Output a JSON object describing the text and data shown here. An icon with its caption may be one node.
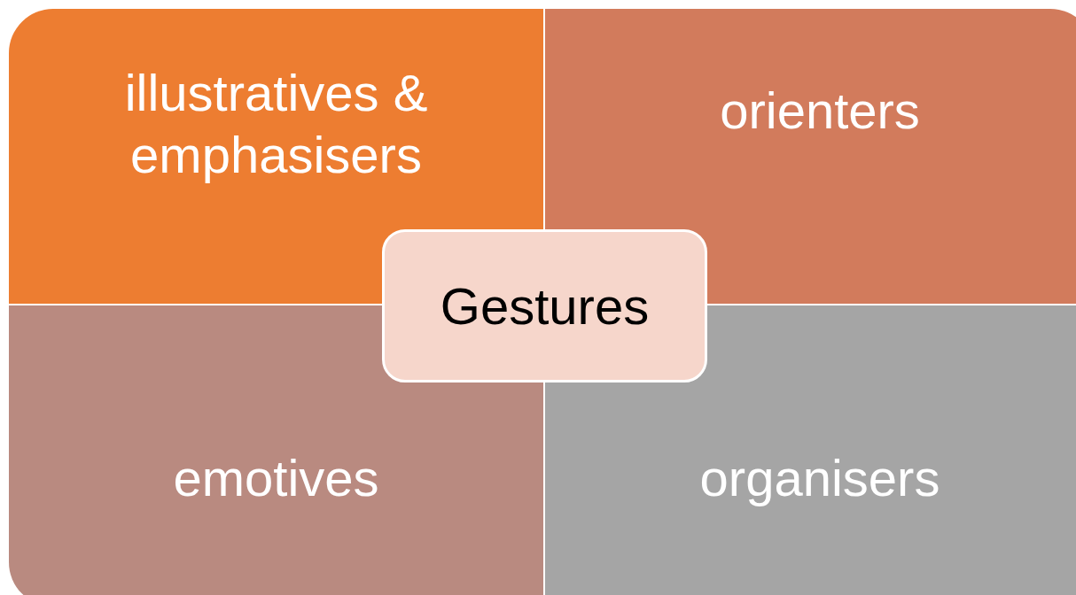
{
  "diagram": {
    "nodes": [
      {
        "text": [
          "illustratives & emphasisers"
        ]
      },
      {
        "text": [
          "orienters"
        ]
      },
      {
        "text": [
          "Gestures"
        ]
      },
      {
        "text": [
          "emotives"
        ]
      },
      {
        "text": [
          "organisers"
        ]
      }
    ]
  }
}
